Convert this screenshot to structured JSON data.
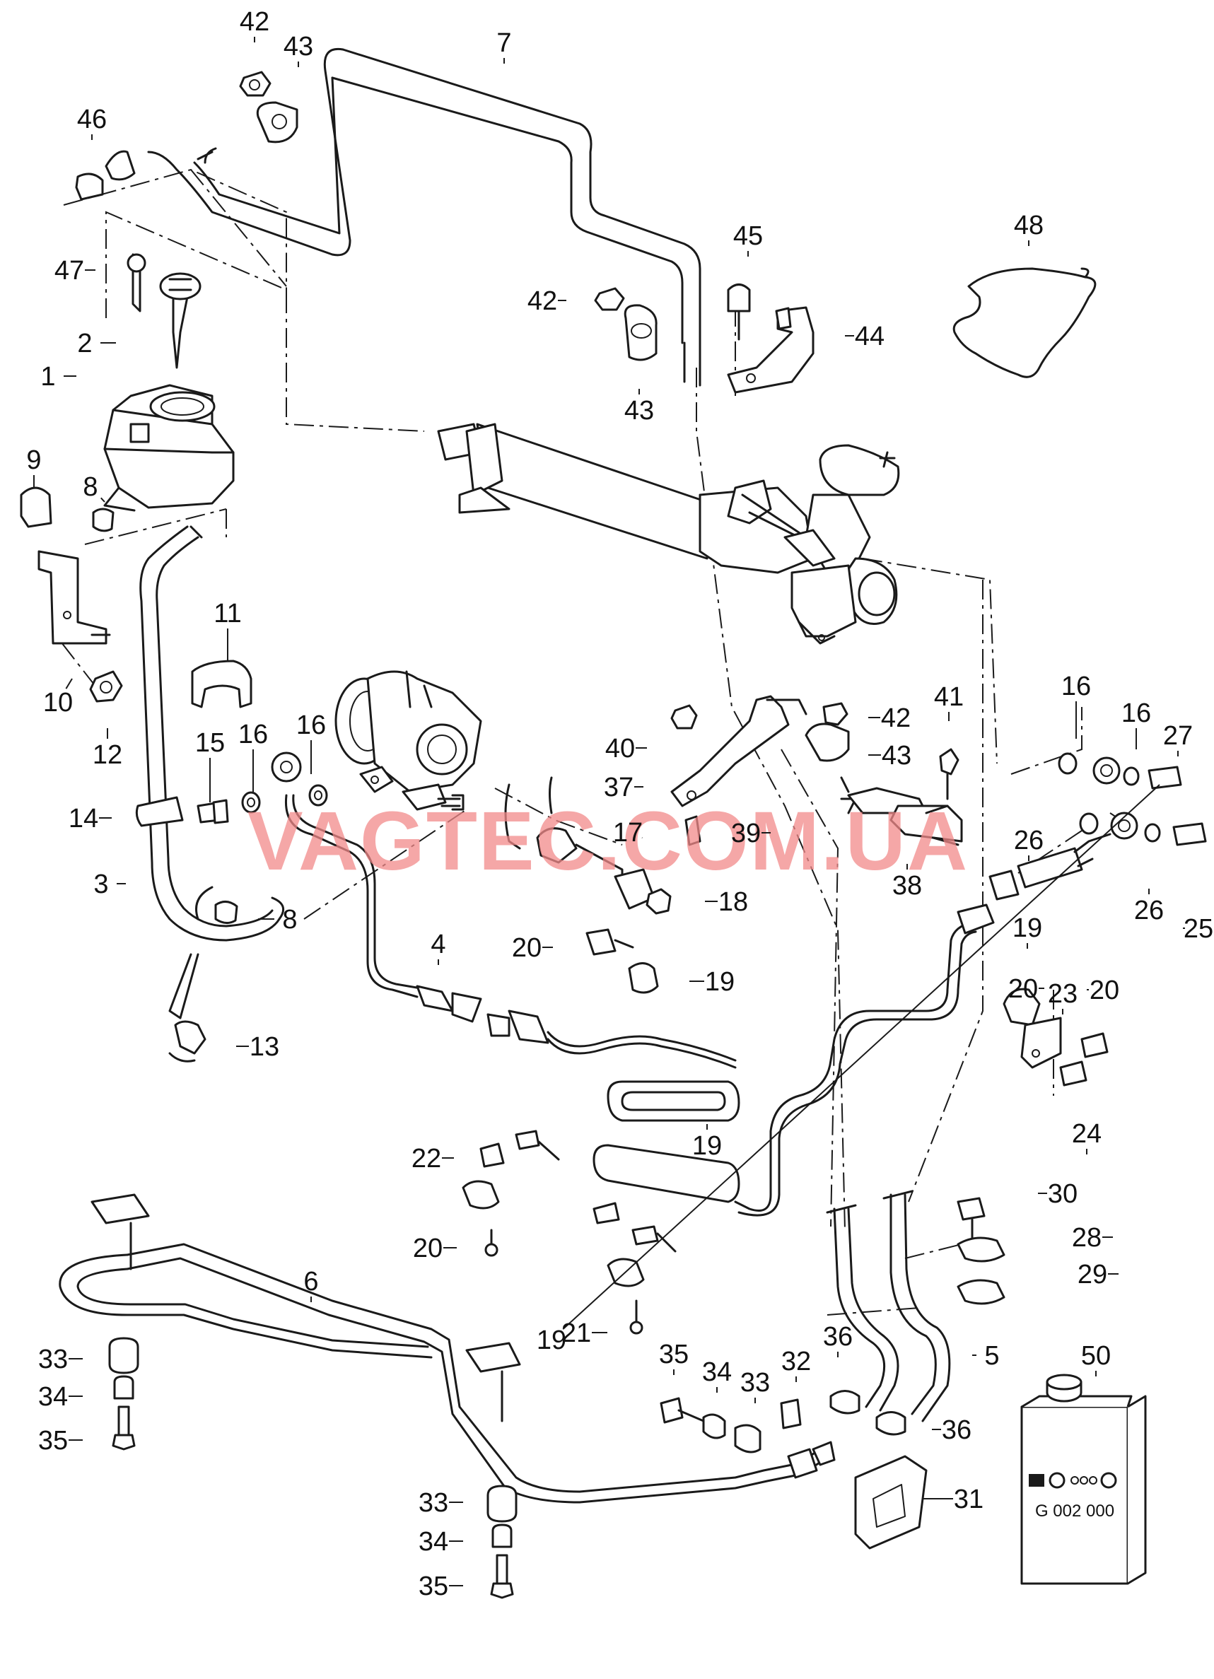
{
  "watermark": "VAGTEC.COM.UA",
  "can_label": "G 002 000",
  "labels": [
    "1",
    "2",
    "3",
    "4",
    "5",
    "6",
    "7",
    "8",
    "8",
    "9",
    "10",
    "11",
    "12",
    "13",
    "14",
    "15",
    "16",
    "16",
    "16",
    "16",
    "17",
    "18",
    "19",
    "19",
    "19",
    "19",
    "20",
    "20",
    "20",
    "20",
    "21",
    "22",
    "23",
    "24",
    "25",
    "26",
    "26",
    "27",
    "28",
    "29",
    "30",
    "31",
    "32",
    "33",
    "33",
    "33",
    "34",
    "34",
    "34",
    "35",
    "35",
    "35",
    "36",
    "36",
    "37",
    "38",
    "39",
    "40",
    "41",
    "42",
    "42",
    "42",
    "43",
    "43",
    "43",
    "44",
    "45",
    "46",
    "47",
    "48",
    "50"
  ]
}
